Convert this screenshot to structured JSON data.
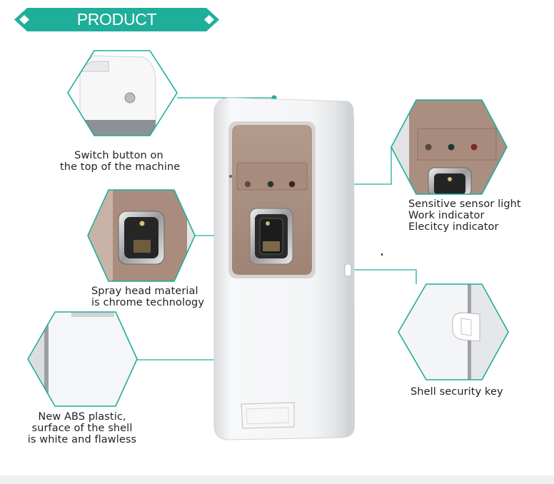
{
  "header": {
    "title": "PRODUCT DETAILS"
  },
  "callouts": {
    "switch_button": [
      "Switch button on",
      "the top of the machine"
    ],
    "spray_head": [
      "Spray head material",
      "is chrome technology"
    ],
    "abs_shell": [
      "New ABS plastic,",
      "surface of the shell",
      "is white and flawless"
    ],
    "sensor_light": [
      "Sensitive sensor light",
      "Work indicator",
      "Elecitcy indicator"
    ],
    "security_key": [
      "Shell security key"
    ]
  },
  "colors": {
    "accent": "#1fae9a",
    "window": "#a98d80",
    "shell": "#f3f4f5"
  }
}
